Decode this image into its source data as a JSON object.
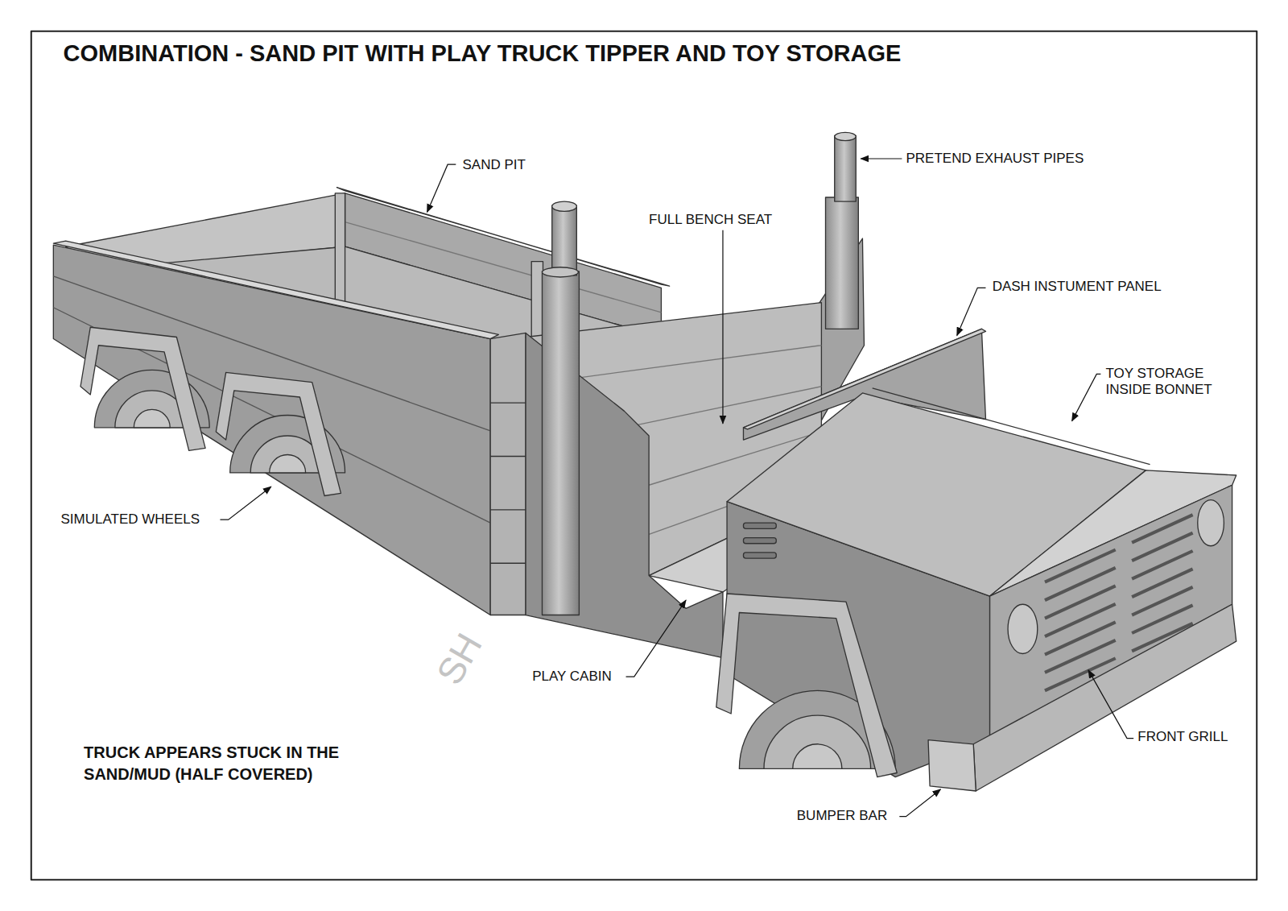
{
  "diagram": {
    "title": "COMBINATION - SAND PIT WITH PLAY TRUCK TIPPER AND TOY STORAGE",
    "labels": [
      "SAND PIT",
      "PRETEND EXHAUST PIPES",
      "FULL BENCH SEAT",
      "DASH INSTUMENT PANEL",
      "TOY STORAGE INSIDE BONNET",
      "SIMULATED WHEELS",
      "PLAY CABIN",
      "FRONT GRILL",
      "BUMPER BAR",
      "TRUCK APPEARS STUCK IN THE SAND/MUD (HALF COVERED)",
      "SH"
    ]
  }
}
